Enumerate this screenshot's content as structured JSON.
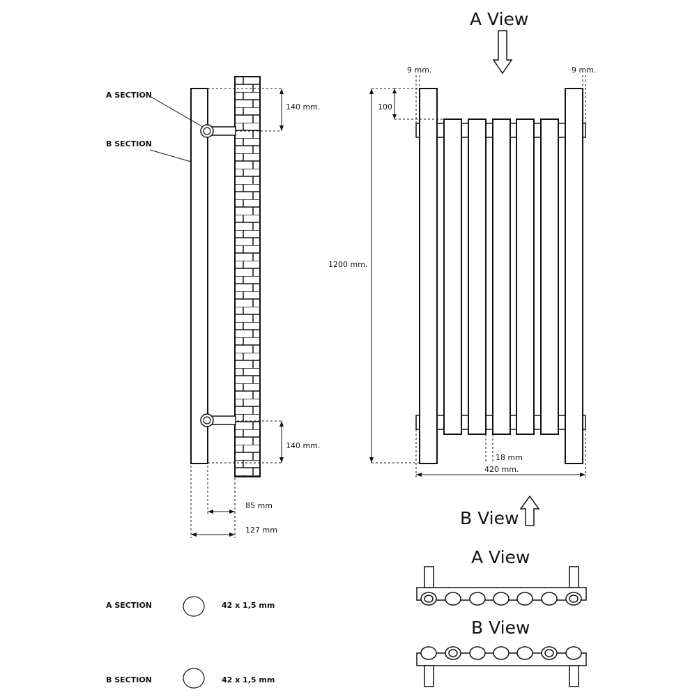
{
  "side_view": {
    "a_section_label": "A  SECTION",
    "b_section_label": "B  SECTION",
    "top_dim": "140 mm.",
    "bottom_dim": "140 mm.",
    "wall_gap_dim": "85 mm",
    "depth_dim": "127 mm"
  },
  "front_view": {
    "top_arrow_label": "A View",
    "left_offset_dim": "9 mm.",
    "right_offset_dim": "9 mm.",
    "top_offset_dim": "100",
    "height_dim": "1200  mm.",
    "tube_dim": "18 mm",
    "width_dim": "420 mm.",
    "bottom_arrow_label": "B View"
  },
  "legend": {
    "a_label": "A  SECTION",
    "a_spec": "42 x 1,5 mm",
    "b_label": "B  SECTION",
    "b_spec": "42 x 1,5 mm"
  },
  "mini_views": {
    "a_view_title": "A View",
    "b_view_title": "B View"
  }
}
